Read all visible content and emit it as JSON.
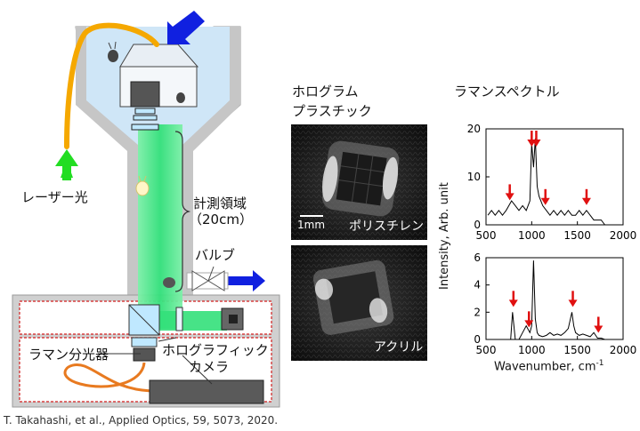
{
  "apparatus": {
    "laser_label": "レーザー光",
    "measure_region_label": "計測領域",
    "measure_region_size": "（20cm）",
    "valve_label": "バルブ",
    "raman_spectrometer_label": "ラマン分光器",
    "holo_camera_label_line1": "ホログラフィック",
    "holo_camera_label_line2": "カメラ",
    "colors": {
      "laser_beam": "#33e07a",
      "fiber": "#f5a800",
      "chamber_fluid": "#cfe6f7",
      "chamber_wall": "#bdbdbd",
      "flow_arrow": "#1020e0",
      "laser_arrow": "#22dd22",
      "raman_fiber": "#e87a20",
      "dashed_box": "#d21e1e"
    }
  },
  "holograms": {
    "title_line1": "ホログラム",
    "title_line2": "プラスチック",
    "scale_bar_label": "1mm",
    "panels": [
      {
        "label": "ポリスチレン"
      },
      {
        "label": "アクリル"
      }
    ]
  },
  "spectra": {
    "title": "ラマンスペクトル",
    "ylabel": "Intensity, Arb. unit",
    "xlabel": "Wavenumber, cm",
    "xlabel_sup": "-1",
    "marker_color": "#e01010"
  },
  "chart_data": [
    {
      "type": "line",
      "series": [
        {
          "x": [
            520,
            560,
            600,
            640,
            680,
            720,
            750,
            780,
            820,
            860,
            900,
            940,
            980,
            1000,
            1020,
            1040,
            1060,
            1080,
            1120,
            1160,
            1200,
            1240,
            1280,
            1320,
            1360,
            1400,
            1440,
            1480,
            1520,
            1560,
            1600,
            1640,
            1680,
            1720,
            1760,
            1800
          ],
          "y": [
            2,
            3,
            2,
            3,
            2,
            3,
            4,
            5,
            4,
            3,
            4,
            3,
            5,
            17,
            12,
            18,
            8,
            6,
            4,
            3,
            2,
            3,
            2,
            3,
            2,
            3,
            2,
            2,
            3,
            2,
            3,
            2,
            1,
            1,
            1,
            0
          ]
        }
      ],
      "xlim": [
        500,
        2000
      ],
      "ylim": [
        0,
        20
      ],
      "xticks": [
        500,
        1000,
        1500,
        2000
      ],
      "yticks": [
        0,
        10,
        20
      ],
      "markers_x": [
        760,
        1000,
        1050,
        1150,
        1600
      ]
    },
    {
      "type": "line",
      "series": [
        {
          "x": [
            540,
            580,
            620,
            660,
            700,
            740,
            770,
            790,
            820,
            860,
            900,
            940,
            980,
            1000,
            1020,
            1040,
            1060,
            1080,
            1120,
            1160,
            1200,
            1240,
            1280,
            1320,
            1360,
            1400,
            1440,
            1460,
            1480,
            1520,
            1560,
            1600,
            1640,
            1680,
            1700,
            1720,
            1760,
            1800
          ],
          "y": [
            0,
            0,
            0,
            0,
            0,
            0,
            0,
            2,
            0,
            0,
            0.5,
            1,
            0.5,
            1,
            5.8,
            1.5,
            0.5,
            0.3,
            0.2,
            0.3,
            0.5,
            0.3,
            0.4,
            0.3,
            0.5,
            0.8,
            2,
            1,
            0.5,
            0.3,
            0.4,
            0.3,
            0.2,
            0.5,
            0.3,
            0.1,
            0.1,
            0
          ]
        }
      ],
      "xlim": [
        500,
        2000
      ],
      "ylim": [
        0,
        6
      ],
      "xticks": [
        500,
        1000,
        1500,
        2000
      ],
      "yticks": [
        0,
        2,
        4,
        6
      ],
      "markers_x": [
        800,
        970,
        1450,
        1730
      ]
    }
  ],
  "citation": "T. Takahashi, et al., Applied Optics, 59, 5073, 2020."
}
